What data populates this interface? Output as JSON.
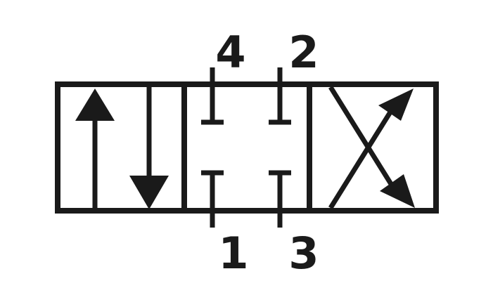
{
  "ports": {
    "top_left": "4",
    "top_right": "2",
    "bottom_left": "1",
    "bottom_right": "3"
  },
  "colors": {
    "stroke": "#1a1a1a",
    "background": "#ffffff"
  }
}
